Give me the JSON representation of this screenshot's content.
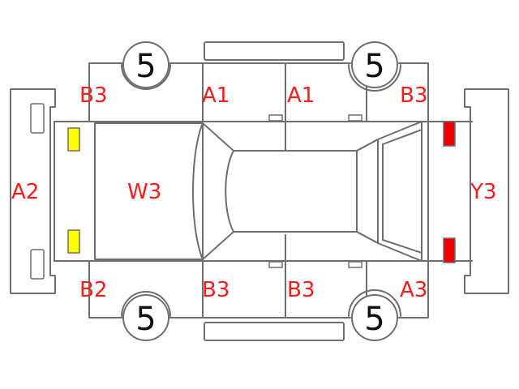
{
  "colors": {
    "outline": "#6e6e6e",
    "code_text": "#ff1a1a",
    "front_lamp": "#ffff00",
    "rear_lamp": "#ee0000"
  },
  "labels": {
    "rear_bumper": "A2",
    "rear_panel": "W3",
    "left_rear_fender": "B3",
    "left_front_door": "A1",
    "left_rear_door": "A1",
    "left_front_fender": "B3",
    "front_bumper": "Y3",
    "right_rear_fender": "B2",
    "right_front_door": "B3",
    "right_rear_door": "B3",
    "right_front_fender": "A3"
  },
  "tires": {
    "left_rear": "5",
    "left_front": "5",
    "right_rear": "5",
    "right_front": "5"
  }
}
